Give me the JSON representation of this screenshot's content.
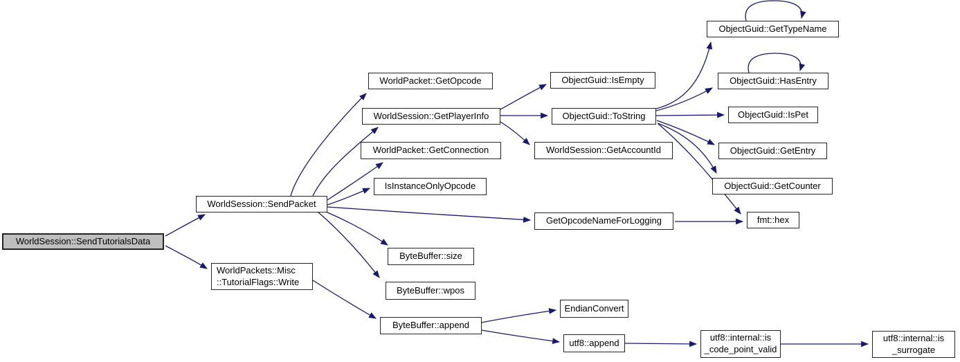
{
  "diagram": {
    "type": "call-graph",
    "colors": {
      "edge": "#191970",
      "node_border": "#242424",
      "node_fill": "#ffffff",
      "highlight_fill": "#bfbfbf",
      "text": "#000000"
    },
    "nodes": [
      {
        "id": "send_tutorials_data",
        "label": "WorldSession::SendTutorialsData",
        "highlighted": true
      },
      {
        "id": "send_packet",
        "label": "WorldSession::SendPacket"
      },
      {
        "id": "tutorial_flags_write",
        "label": "WorldPackets::Misc\n::TutorialFlags::Write"
      },
      {
        "id": "get_opcode",
        "label": "WorldPacket::GetOpcode"
      },
      {
        "id": "get_player_info",
        "label": "WorldSession::GetPlayerInfo"
      },
      {
        "id": "get_connection",
        "label": "WorldPacket::GetConnection"
      },
      {
        "id": "is_instance_only_opcode",
        "label": "IsInstanceOnlyOpcode"
      },
      {
        "id": "bytebuffer_size",
        "label": "ByteBuffer::size"
      },
      {
        "id": "bytebuffer_wpos",
        "label": "ByteBuffer::wpos"
      },
      {
        "id": "bytebuffer_append",
        "label": "ByteBuffer::append"
      },
      {
        "id": "is_empty",
        "label": "ObjectGuid::IsEmpty"
      },
      {
        "id": "to_string",
        "label": "ObjectGuid::ToString"
      },
      {
        "id": "get_account_id",
        "label": "WorldSession::GetAccountId"
      },
      {
        "id": "get_opcode_name_for_logging",
        "label": "GetOpcodeNameForLogging"
      },
      {
        "id": "endian_convert",
        "label": "EndianConvert"
      },
      {
        "id": "utf8_append",
        "label": "utf8::append"
      },
      {
        "id": "get_type_name",
        "label": "ObjectGuid::GetTypeName"
      },
      {
        "id": "has_entry",
        "label": "ObjectGuid::HasEntry"
      },
      {
        "id": "is_pet",
        "label": "ObjectGuid::IsPet"
      },
      {
        "id": "get_entry",
        "label": "ObjectGuid::GetEntry"
      },
      {
        "id": "get_counter",
        "label": "ObjectGuid::GetCounter"
      },
      {
        "id": "fmt_hex",
        "label": "fmt::hex"
      },
      {
        "id": "is_code_point_valid",
        "label": "utf8::internal::is\n_code_point_valid"
      },
      {
        "id": "is_surrogate",
        "label": "utf8::internal::is\n_surrogate"
      }
    ],
    "edges": [
      {
        "from": "send_tutorials_data",
        "to": "send_packet"
      },
      {
        "from": "send_tutorials_data",
        "to": "tutorial_flags_write"
      },
      {
        "from": "send_packet",
        "to": "get_opcode"
      },
      {
        "from": "send_packet",
        "to": "get_player_info"
      },
      {
        "from": "send_packet",
        "to": "get_connection"
      },
      {
        "from": "send_packet",
        "to": "is_instance_only_opcode"
      },
      {
        "from": "send_packet",
        "to": "get_opcode_name_for_logging"
      },
      {
        "from": "send_packet",
        "to": "bytebuffer_size"
      },
      {
        "from": "send_packet",
        "to": "bytebuffer_wpos"
      },
      {
        "from": "tutorial_flags_write",
        "to": "bytebuffer_append"
      },
      {
        "from": "get_player_info",
        "to": "is_empty"
      },
      {
        "from": "get_player_info",
        "to": "to_string"
      },
      {
        "from": "get_player_info",
        "to": "get_account_id"
      },
      {
        "from": "to_string",
        "to": "get_type_name"
      },
      {
        "from": "to_string",
        "to": "has_entry"
      },
      {
        "from": "to_string",
        "to": "is_pet"
      },
      {
        "from": "to_string",
        "to": "get_entry"
      },
      {
        "from": "to_string",
        "to": "get_counter"
      },
      {
        "from": "to_string",
        "to": "fmt_hex"
      },
      {
        "from": "get_opcode_name_for_logging",
        "to": "fmt_hex"
      },
      {
        "from": "bytebuffer_append",
        "to": "endian_convert"
      },
      {
        "from": "bytebuffer_append",
        "to": "utf8_append"
      },
      {
        "from": "utf8_append",
        "to": "is_code_point_valid"
      },
      {
        "from": "is_code_point_valid",
        "to": "is_surrogate"
      },
      {
        "from": "get_type_name",
        "to": "get_type_name"
      },
      {
        "from": "has_entry",
        "to": "has_entry"
      }
    ]
  }
}
